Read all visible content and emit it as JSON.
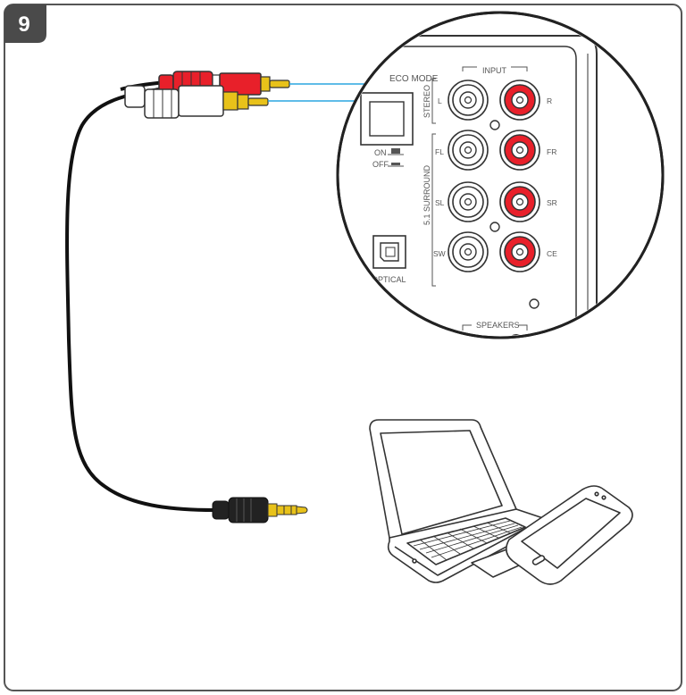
{
  "step": {
    "number": "9"
  },
  "panel": {
    "eco_mode_label": "ECO MODE",
    "on_label": "ON",
    "off_label": "OFF",
    "input_label": "INPUT",
    "stereo_label": "STEREO",
    "surround_label": "5.1 SURROUND",
    "optical_label": "OPTICAL",
    "speakers_label": "SPEAKERS",
    "jack_labels": {
      "L": "L",
      "R": "R",
      "FL": "FL",
      "FR": "FR",
      "SL": "SL",
      "SR": "SR",
      "SW": "SW",
      "CE": "CE"
    }
  },
  "colors": {
    "red_jack": "#e8202a",
    "white_jack": "#ffffff",
    "gold_plug": "#e8c21a",
    "signal_line": "#2aa6e0",
    "outline": "#333333"
  }
}
